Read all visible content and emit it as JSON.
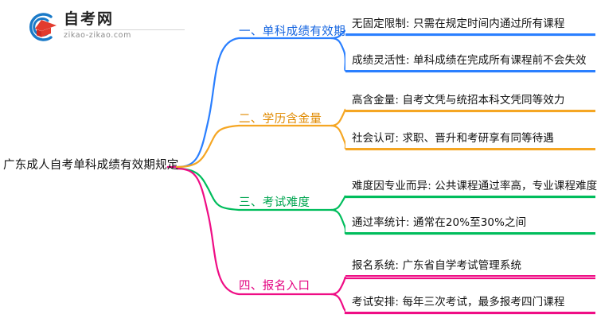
{
  "logo": {
    "name_cn": "自考网",
    "url": "zikao-zikao.com",
    "mark_icon": "graduation-cap-icon",
    "arc_color": "#1a7ac8",
    "cap_color": "#e23b2e"
  },
  "mindmap": {
    "root": "广东成人自考单科成绩有效期规定",
    "branches": [
      {
        "index": "一",
        "title": "一、单科成绩有效期",
        "color": "#2a7fff",
        "title_color": "#1565e0",
        "leaves": [
          "无固定限制: 只需在规定时间内通过所有课程",
          "成绩灵活性: 单科成绩在完成所有课程前不会失效"
        ]
      },
      {
        "index": "二",
        "title": "二、学历含金量",
        "color": "#f5a623",
        "title_color": "#e08a00",
        "leaves": [
          "高含金量: 自考文凭与统招本科文凭同等效力",
          "社会认可: 求职、晋升和考研享有同等待遇"
        ]
      },
      {
        "index": "三",
        "title": "三、考试难度",
        "color": "#00bd5c",
        "title_color": "#00a550",
        "leaves": [
          "难度因专业而异: 公共课程通过率高，专业课程难度大",
          "通过率统计: 通常在20%至30%之间"
        ]
      },
      {
        "index": "四",
        "title": "四、报名入口",
        "color": "#ef0d85",
        "title_color": "#e3007f",
        "leaves": [
          "报名系统: 广东省自学考试管理系统",
          "考试安排: 每年三次考试，最多报考四门课程"
        ]
      }
    ]
  }
}
